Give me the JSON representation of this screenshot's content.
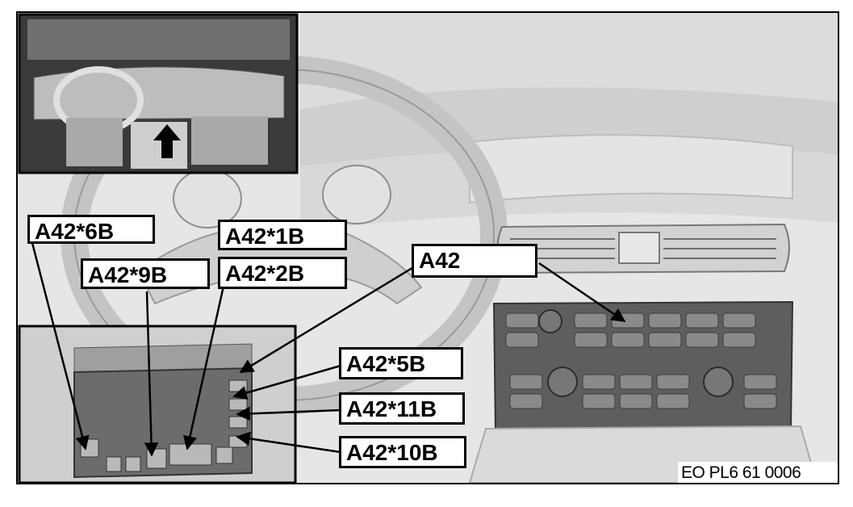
{
  "callouts": {
    "a42_6b": "A42*6B",
    "a42_9b": "A42*9B",
    "a42_1b": "A42*1B",
    "a42_2b": "A42*2B",
    "a42": "A42",
    "a42_5b": "A42*5B",
    "a42_11b": "A42*11B",
    "a42_10b": "A42*10B"
  },
  "reference_code": "EO PL6 61 0006",
  "colors": {
    "border": "#000000",
    "background": "#e9e9e9",
    "label_fill": "#ffffff"
  }
}
